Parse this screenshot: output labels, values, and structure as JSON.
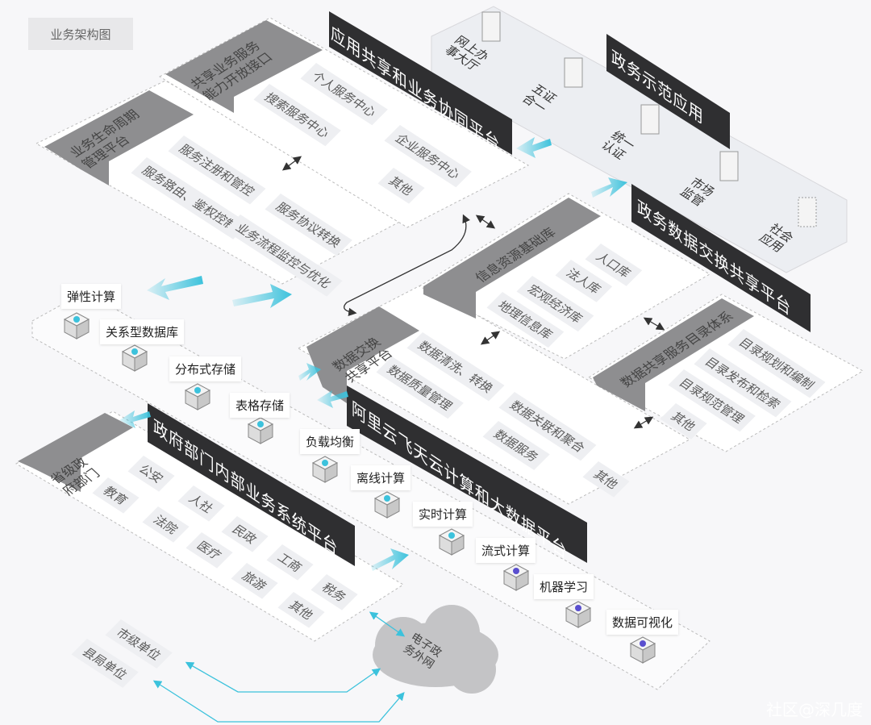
{
  "title": "业务架构图",
  "colors": {
    "banner": "#2f2f31",
    "header": "#8e8e90",
    "accent": "#3cc2dc",
    "plate": "#ffffff",
    "cloud": "#c4c4c6"
  },
  "app_platform": {
    "banner": "应用共享和业务协同平台",
    "api_header": [
      "共享业务服务",
      "能力开放接口"
    ],
    "api_items": [
      "个人服务中心",
      "搜索服务中心",
      "企业服务中心",
      "其他"
    ],
    "lifecycle_header": [
      "业务生命周期",
      "管理平台"
    ],
    "lifecycle_items": [
      "服务注册和管控",
      "服务路由、鉴权控制",
      "服务协议转换",
      "业务流程监控与优化"
    ]
  },
  "demo_apps": {
    "banner": "政务示范应用",
    "items": [
      [
        "网上办",
        "事大厅"
      ],
      [
        "五证",
        "合一"
      ],
      [
        "统一",
        "认证"
      ],
      [
        "市场",
        "监管"
      ],
      [
        "社会",
        "应用"
      ]
    ]
  },
  "exchange_platform": {
    "banner": "政务数据交换共享平台",
    "info_header": "信息资源基础库",
    "info_items": [
      "人口库",
      "法人库",
      "宏观经济库",
      "地理信息库"
    ],
    "exchange_header": [
      "数据交换",
      "共享平台"
    ],
    "exchange_items": [
      "数据清洗、转换",
      "数据质量管理",
      "数据关联和聚合",
      "数据服务",
      "其他"
    ],
    "catalog_header": "数据共享服务目录体系",
    "catalog_items": [
      "目录规划和编制",
      "目录发布和检索",
      "目录规范管理",
      "其他"
    ]
  },
  "cloud_platform": {
    "banner": "阿里云飞天云计算和大数据平台",
    "services": [
      "弹性计算",
      "关系型数据库",
      "分布式存储",
      "表格存储",
      "负载均衡",
      "离线计算",
      "实时计算",
      "流式计算",
      "机器学习",
      "数据可视化"
    ]
  },
  "gov_platform": {
    "banner": "政府部门内部业务系统平台",
    "header": [
      "省级政",
      "府部门"
    ],
    "items": [
      "公安",
      "教育",
      "人社",
      "法院",
      "民政",
      "医疗",
      "工商",
      "旅游",
      "税务",
      "其他"
    ]
  },
  "network": {
    "cloud": [
      "电子政",
      "务外网"
    ],
    "units": [
      "市级单位",
      "县局单位"
    ]
  },
  "watermark": "社区@深几度"
}
